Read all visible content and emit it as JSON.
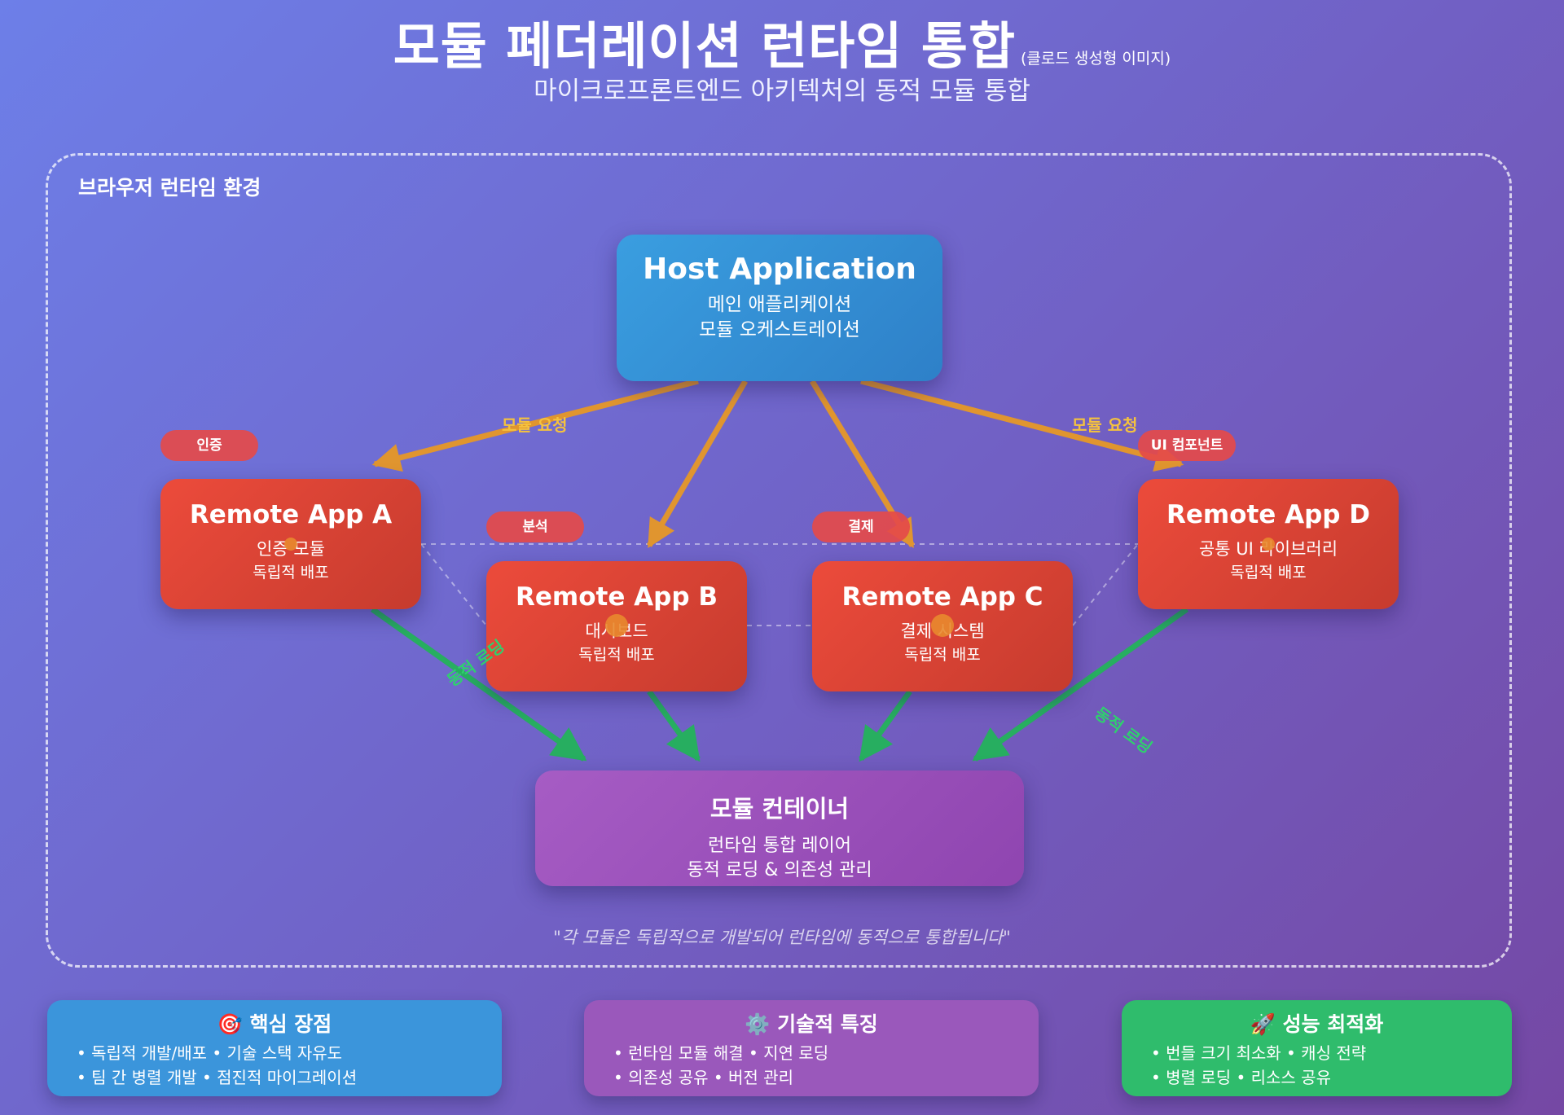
{
  "title": {
    "main": "모듈 페더레이션 런타임 통합",
    "tag": "(클로드 생성형 이미지)"
  },
  "subtitle": "마이크로프론트엔드 아키텍처의 동적 모듈 통합",
  "runtime_label": "브라우저 런타임 환경",
  "host": {
    "title": "Host Application",
    "line1": "메인 애플리케이션",
    "line2": "모듈 오케스트레이션"
  },
  "remotes": [
    {
      "badge": "인증",
      "title": "Remote App A",
      "line1": "인증 모듈",
      "line2": "독립적 배포"
    },
    {
      "badge": "분석",
      "title": "Remote App B",
      "line1": "대시보드",
      "line2": "독립적 배포"
    },
    {
      "badge": "결제",
      "title": "Remote App C",
      "line1": "결제 시스템",
      "line2": "독립적 배포"
    },
    {
      "badge": "UI 컴포넌트",
      "title": "Remote App D",
      "line1": "공통 UI 라이브러리",
      "line2": "독립적 배포"
    }
  ],
  "container": {
    "title": "모듈 컨테이너",
    "line1": "런타임 통합 레이어",
    "line2": "동적 로딩 & 의존성 관리"
  },
  "edge_labels": {
    "request": "모듈 요청",
    "loading": "동적 로딩"
  },
  "quote": "\"각 모듈은 독립적으로 개발되어 런타임에 동적으로 통합됩니다\"",
  "cards": [
    {
      "icon": "🎯",
      "title": "핵심 장점",
      "row1": "• 독립적 개발/배포 • 기술 스택 자유도",
      "row2": "• 팀 간 병렬 개발 • 점진적 마이그레이션"
    },
    {
      "icon": "⚙️",
      "title": "기술적 특징",
      "row1": "• 런타임 모듈 해결 • 지연 로딩",
      "row2": "• 의존성 공유 • 버전 관리"
    },
    {
      "icon": "🚀",
      "title": "성능 최적화",
      "row1": "• 번들 크기 최소화 • 캐싱 전략",
      "row2": "• 병렬 로딩 • 리소스 공유"
    }
  ],
  "colors": {
    "host": "#3a9ee0",
    "remote": "#e74c3c",
    "container": "#9b59b6",
    "request_arrow": "#e0952f",
    "loading_arrow": "#27ae60"
  }
}
